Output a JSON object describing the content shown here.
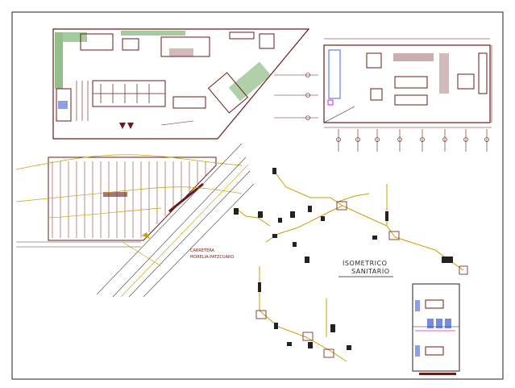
{
  "labels": {
    "isometric_line1": "ISOMETRICO",
    "isometric_line2": "SANITARIO",
    "road_line1": "CARRETERA",
    "road_line2": "MORELIA-PATZCUARO"
  },
  "colors": {
    "background": "#ffffff",
    "linework": "#6b1a1a",
    "pipe": "#c8a000",
    "vegetation": "#3a8a2a",
    "blue": "#1a40d0",
    "magenta": "#d020d0"
  }
}
